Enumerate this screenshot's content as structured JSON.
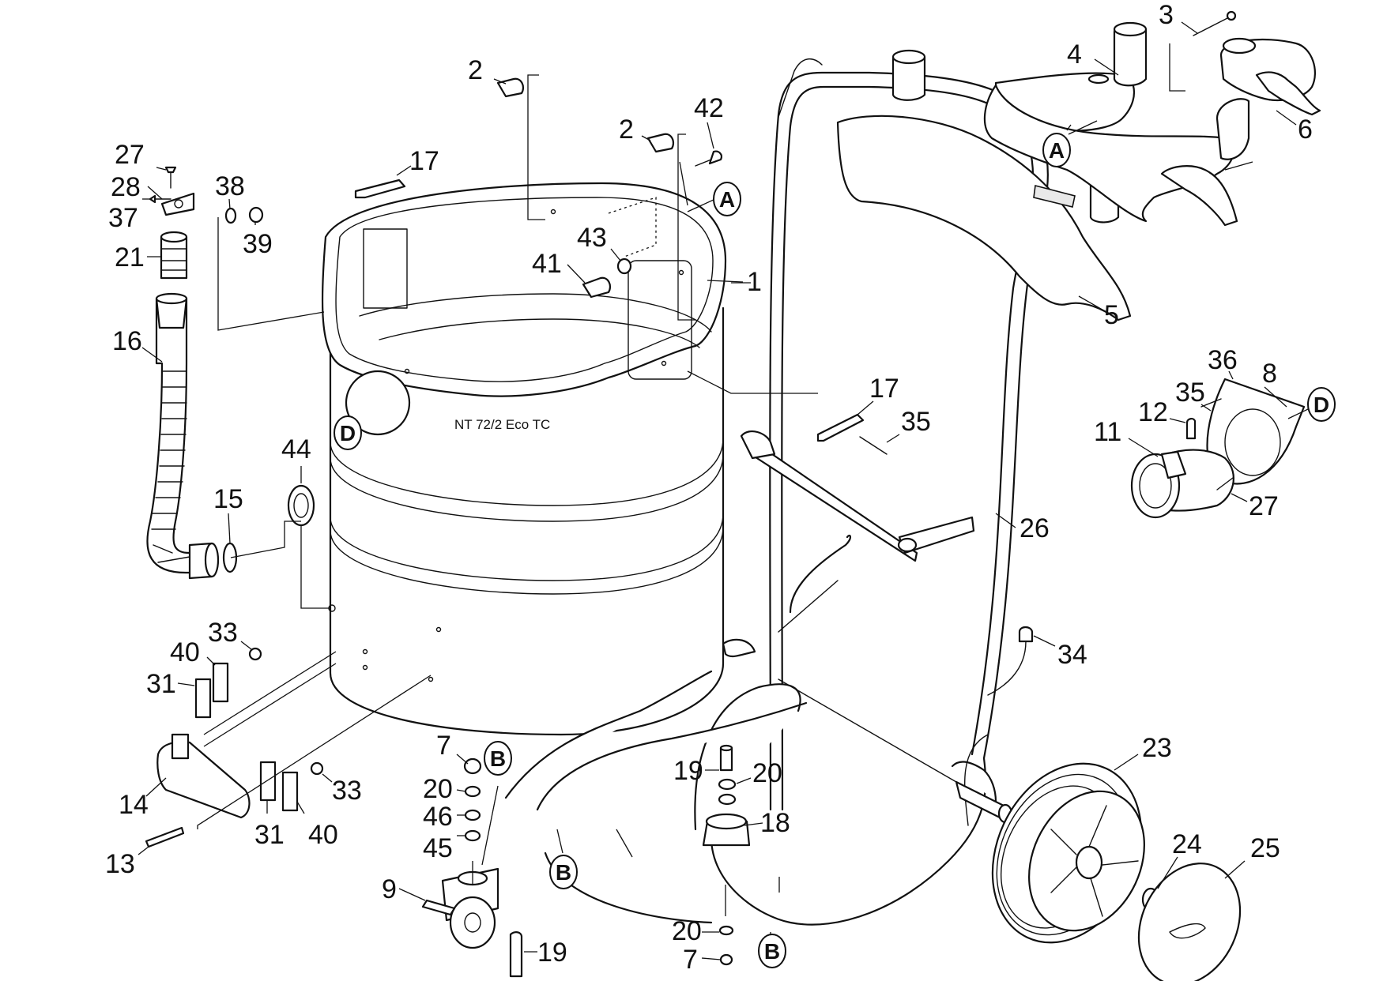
{
  "model_label": "NT 72/2 Eco TC",
  "part_labels": [
    {
      "id": "p1",
      "text": "1"
    },
    {
      "id": "p2a",
      "text": "2"
    },
    {
      "id": "p2b",
      "text": "2"
    },
    {
      "id": "p3",
      "text": "3"
    },
    {
      "id": "p4",
      "text": "4"
    },
    {
      "id": "p5",
      "text": "5"
    },
    {
      "id": "p6",
      "text": "6"
    },
    {
      "id": "p7a",
      "text": "7"
    },
    {
      "id": "p7b",
      "text": "7"
    },
    {
      "id": "p8",
      "text": "8"
    },
    {
      "id": "p9",
      "text": "9"
    },
    {
      "id": "p11",
      "text": "11"
    },
    {
      "id": "p12",
      "text": "12"
    },
    {
      "id": "p13",
      "text": "13"
    },
    {
      "id": "p14",
      "text": "14"
    },
    {
      "id": "p15",
      "text": "15"
    },
    {
      "id": "p16",
      "text": "16"
    },
    {
      "id": "p17a",
      "text": "17"
    },
    {
      "id": "p17b",
      "text": "17"
    },
    {
      "id": "p18",
      "text": "18"
    },
    {
      "id": "p19a",
      "text": "19"
    },
    {
      "id": "p19b",
      "text": "19"
    },
    {
      "id": "p20a",
      "text": "20"
    },
    {
      "id": "p20b",
      "text": "20"
    },
    {
      "id": "p20c",
      "text": "20"
    },
    {
      "id": "p21",
      "text": "21"
    },
    {
      "id": "p23",
      "text": "23"
    },
    {
      "id": "p24",
      "text": "24"
    },
    {
      "id": "p25",
      "text": "25"
    },
    {
      "id": "p26",
      "text": "26"
    },
    {
      "id": "p27a",
      "text": "27"
    },
    {
      "id": "p27b",
      "text": "27"
    },
    {
      "id": "p28",
      "text": "28"
    },
    {
      "id": "p31a",
      "text": "31"
    },
    {
      "id": "p31b",
      "text": "31"
    },
    {
      "id": "p33a",
      "text": "33"
    },
    {
      "id": "p33b",
      "text": "33"
    },
    {
      "id": "p34",
      "text": "34"
    },
    {
      "id": "p35a",
      "text": "35"
    },
    {
      "id": "p35b",
      "text": "35"
    },
    {
      "id": "p36",
      "text": "36"
    },
    {
      "id": "p37",
      "text": "37"
    },
    {
      "id": "p38",
      "text": "38"
    },
    {
      "id": "p39",
      "text": "39"
    },
    {
      "id": "p40a",
      "text": "40"
    },
    {
      "id": "p40b",
      "text": "40"
    },
    {
      "id": "p41",
      "text": "41"
    },
    {
      "id": "p42",
      "text": "42"
    },
    {
      "id": "p43",
      "text": "43"
    },
    {
      "id": "p44",
      "text": "44"
    },
    {
      "id": "p45",
      "text": "45"
    },
    {
      "id": "p46",
      "text": "46"
    }
  ],
  "reference_markers": [
    {
      "id": "refA1",
      "letter": "A"
    },
    {
      "id": "refA2",
      "letter": "A"
    },
    {
      "id": "refB1",
      "letter": "B"
    },
    {
      "id": "refB2",
      "letter": "B"
    },
    {
      "id": "refB3",
      "letter": "B"
    },
    {
      "id": "refD1",
      "letter": "D"
    },
    {
      "id": "refD2",
      "letter": "D"
    }
  ]
}
